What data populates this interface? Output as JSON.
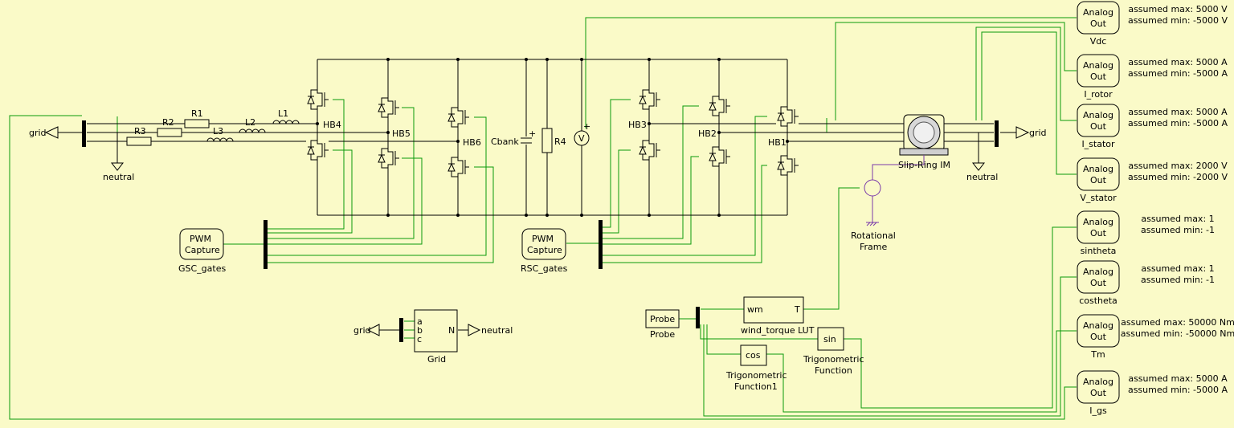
{
  "bridges": [
    "HB4",
    "HB5",
    "HB6",
    "HB3",
    "HB2",
    "HB1"
  ],
  "passives": {
    "r1": "R1",
    "r2": "R2",
    "r3": "R3",
    "l1": "L1",
    "l2": "L2",
    "l3": "L3",
    "cbank": "Cbank",
    "r4": "R4",
    "v": "V",
    "plus": "+"
  },
  "grid_labels": {
    "left_grid": "grid",
    "left_neutral": "neutral",
    "right_grid": "grid",
    "right_neutral": "neutral",
    "grid2_grid": "grid",
    "grid2_neutral": "neutral"
  },
  "pwm": [
    {
      "line1": "PWM",
      "line2": "Capture",
      "name": "GSC_gates"
    },
    {
      "line1": "PWM",
      "line2": "Capture",
      "name": "RSC_gates"
    }
  ],
  "machine": {
    "name": "Slip-Ring IM"
  },
  "rotframe": {
    "line1": "Rotational",
    "line2": "Frame"
  },
  "grid_block": {
    "name": "Grid",
    "ports": [
      "a",
      "b",
      "c"
    ],
    "n": "N"
  },
  "probe": {
    "label": "Probe",
    "name": "Probe"
  },
  "lut": {
    "in": "wm",
    "out": "T",
    "name": "wind_torque LUT"
  },
  "trig": [
    {
      "label": "cos",
      "name1": "Trigonometric",
      "name2": "Function1"
    },
    {
      "label": "sin",
      "name1": "Trigonometric",
      "name2": "Function"
    }
  ],
  "analog_outs": [
    {
      "line1": "Analog",
      "line2": "Out",
      "name": "Vdc",
      "max": "assumed max: 5000 V",
      "min": "assumed min: -5000 V"
    },
    {
      "line1": "Analog",
      "line2": "Out",
      "name": "I_rotor",
      "max": "assumed max: 5000 A",
      "min": "assumed min: -5000 A"
    },
    {
      "line1": "Analog",
      "line2": "Out",
      "name": "I_stator",
      "max": "assumed max: 5000 A",
      "min": "assumed min: -5000 A"
    },
    {
      "line1": "Analog",
      "line2": "Out",
      "name": "V_stator",
      "max": "assumed max: 2000 V",
      "min": "assumed min: -2000 V"
    },
    {
      "line1": "Analog",
      "line2": "Out",
      "name": "sintheta",
      "max": "assumed max: 1",
      "min": "assumed min: -1"
    },
    {
      "line1": "Analog",
      "line2": "Out",
      "name": "costheta",
      "max": "assumed max: 1",
      "min": "assumed min: -1"
    },
    {
      "line1": "Analog",
      "line2": "Out",
      "name": "Tm",
      "max": "assumed max: 50000 Nm",
      "min": "assumed min: -50000 Nm"
    },
    {
      "line1": "Analog",
      "line2": "Out",
      "name": "I_gs",
      "max": "assumed max: 5000 A",
      "min": "assumed min: -5000 A"
    }
  ]
}
